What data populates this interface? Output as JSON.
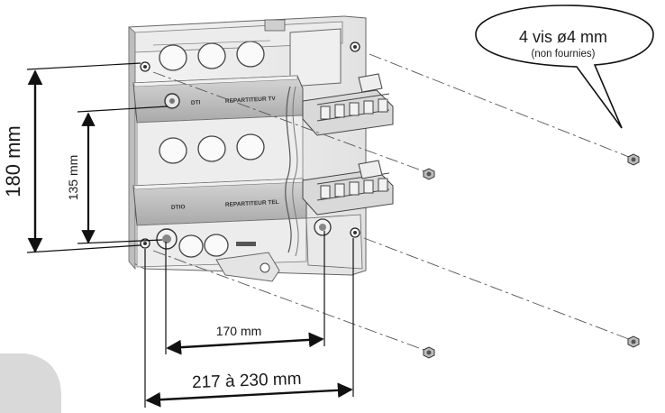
{
  "callout": {
    "main": "4 vis ø4 mm",
    "sub": "(non fournies)"
  },
  "dimensions": {
    "height_outer": "180 mm",
    "height_inner": "135 mm",
    "width_inner": "170 mm",
    "width_outer": "217 à 230 mm"
  },
  "panel_labels": {
    "top_left": "DTI",
    "top_right": "REPARTITEUR TV",
    "bottom_left": "DTIO",
    "bottom_right": "REPARTITEUR TEL"
  }
}
